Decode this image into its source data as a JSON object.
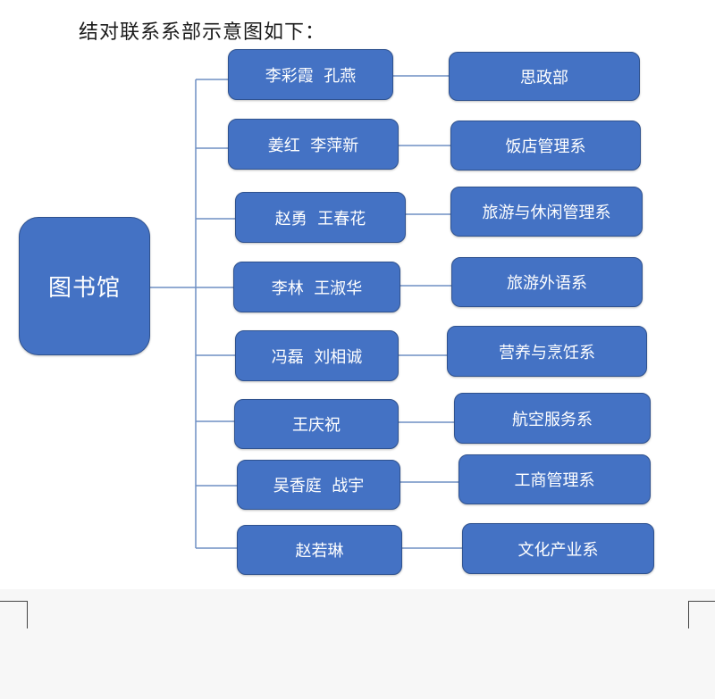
{
  "title": "结对联系系部示意图如下：",
  "root": {
    "label": "图书馆"
  },
  "pairs": [
    {
      "people": "李彩霞  孔燕",
      "department": "思政部"
    },
    {
      "people": "姜红  李萍新",
      "department": "饭店管理系"
    },
    {
      "people": "赵勇  王春花",
      "department": "旅游与休闲管理系"
    },
    {
      "people": "李林  王淑华",
      "department": "旅游外语系"
    },
    {
      "people": "冯磊  刘相诚",
      "department": "营养与烹饪系"
    },
    {
      "people": "王庆祝",
      "department": "航空服务系"
    },
    {
      "people": "吴香庭  战宇",
      "department": "工商管理系"
    },
    {
      "people": "赵若琳",
      "department": "文化产业系"
    }
  ]
}
